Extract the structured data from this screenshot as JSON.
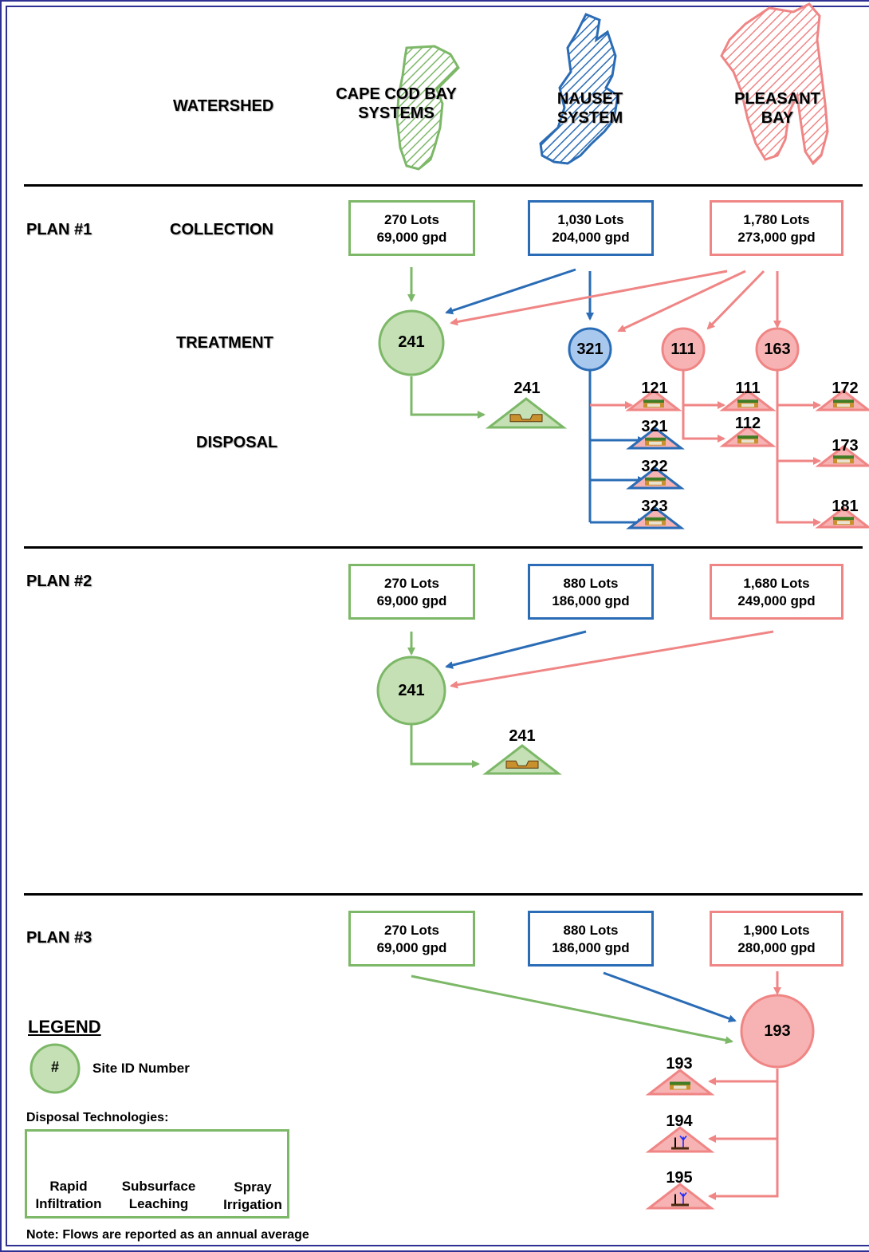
{
  "header": {
    "watershed_label": "WATERSHED",
    "columns": [
      {
        "id": "cape",
        "name_line1": "CAPE COD BAY",
        "name_line2": "SYSTEMS",
        "color": "#7cb867"
      },
      {
        "id": "nauset",
        "name_line1": "NAUSET",
        "name_line2": "SYSTEM",
        "color": "#2a6cb5"
      },
      {
        "id": "pleasant",
        "name_line1": "PLEASANT",
        "name_line2": "BAY",
        "color": "#f08585"
      }
    ]
  },
  "row_labels": {
    "collection": "COLLECTION",
    "treatment": "TREATMENT",
    "disposal": "DISPOSAL"
  },
  "plans": [
    {
      "name": "PLAN #1",
      "collection": [
        {
          "lots": "270 Lots",
          "flow": "69,000 gpd"
        },
        {
          "lots": "1,030  Lots",
          "flow": "204,000 gpd"
        },
        {
          "lots": "1,780 Lots",
          "flow": "273,000 gpd"
        }
      ],
      "treatment_sites": [
        "241",
        "321",
        "111",
        "163"
      ],
      "disposal_sites": [
        "241",
        "121",
        "111",
        "172",
        "321",
        "112",
        "173",
        "322",
        "323",
        "181"
      ]
    },
    {
      "name": "PLAN #2",
      "collection": [
        {
          "lots": "270 Lots",
          "flow": "69,000 gpd"
        },
        {
          "lots": "880  Lots",
          "flow": "186,000 gpd"
        },
        {
          "lots": "1,680 Lots",
          "flow": "249,000 gpd"
        }
      ],
      "treatment_sites": [
        "241"
      ],
      "disposal_sites": [
        "241"
      ]
    },
    {
      "name": "PLAN #3",
      "collection": [
        {
          "lots": "270 Lots",
          "flow": "69,000 gpd"
        },
        {
          "lots": "880  Lots",
          "flow": "186,000 gpd"
        },
        {
          "lots": "1,900 Lots",
          "flow": "280,000 gpd"
        }
      ],
      "treatment_sites": [
        "193"
      ],
      "disposal_sites": [
        "193",
        "194",
        "195"
      ]
    }
  ],
  "legend": {
    "title": "LEGEND",
    "site_symbol": "#",
    "site_label": "Site ID Number",
    "disposal_title": "Disposal Technologies:",
    "technologies": [
      {
        "line1": "Rapid",
        "line2": "Infiltration",
        "icon": "rapid-infiltration-icon"
      },
      {
        "line1": "Subsurface",
        "line2": "Leaching",
        "icon": "subsurface-leaching-icon"
      },
      {
        "line1": "Spray",
        "line2": "Irrigation",
        "icon": "spray-irrigation-icon"
      }
    ]
  },
  "note": "Note:  Flows are reported as an annual average",
  "colors": {
    "green": "#7cb867",
    "green_fill": "#c5e0b4",
    "blue": "#2a6cb5",
    "blue_fill": "#a9c8ee",
    "pink": "#f08585",
    "pink_fill": "#f7b3b3",
    "frame": "#2e3192"
  }
}
